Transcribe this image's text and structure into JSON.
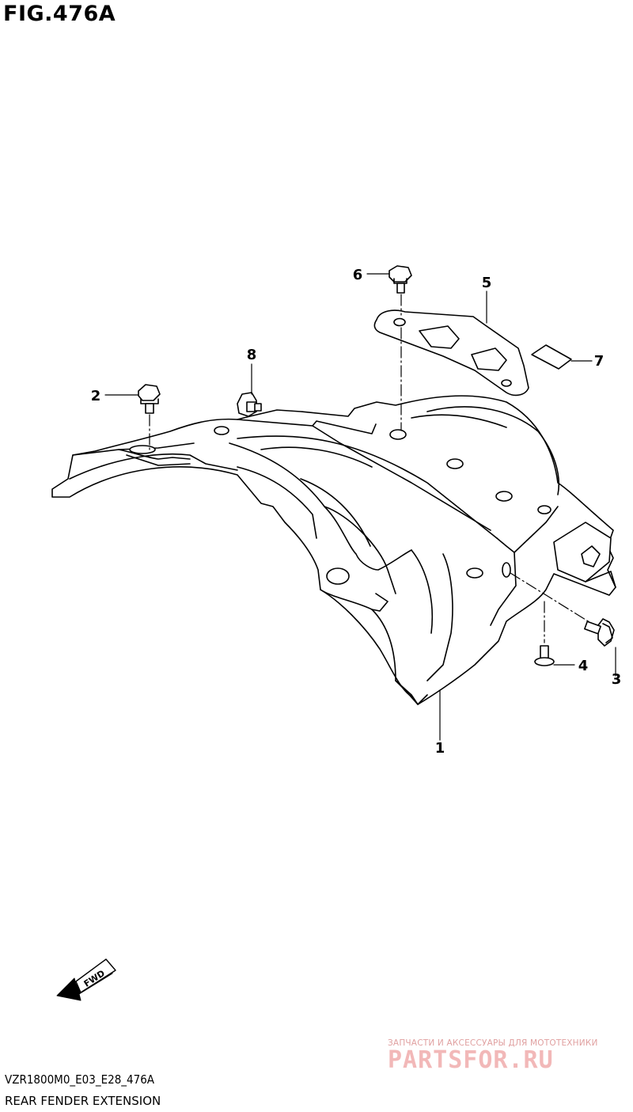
{
  "figure": {
    "title": "FIG.476A",
    "code": "VZR1800M0_E03_E28_476A",
    "description": "REAR FENDER EXTENSION"
  },
  "callouts": {
    "c1": "1",
    "c2": "2",
    "c3": "3",
    "c4": "4",
    "c5": "5",
    "c6": "6",
    "c7": "7",
    "c8": "8"
  },
  "direction_marker": {
    "label": "FWD"
  },
  "watermark": {
    "tagline": "ЗАПЧАСТИ И АКСЕССУАРЫ ДЛЯ МОТОТЕХНИКИ",
    "logo": "PARTSFOR.RU"
  },
  "colors": {
    "line": "#000000",
    "watermark": "#f2b8b8"
  }
}
